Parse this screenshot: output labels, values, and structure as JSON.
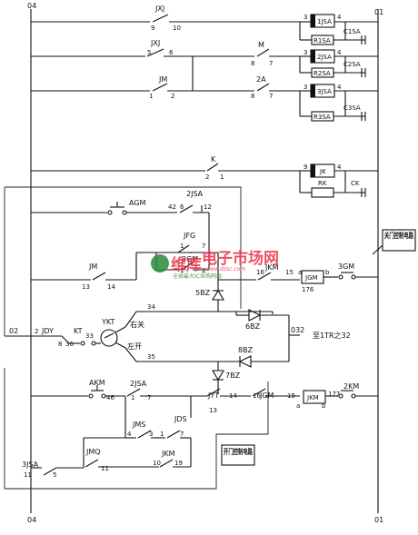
{
  "rails": {
    "left": "04",
    "right": "01"
  },
  "row1": {
    "contact": "JXJ",
    "n1": "9",
    "n2": "10",
    "coil": "1JSA",
    "c1": "3",
    "c2": "4",
    "res": "R1SA",
    "cap": "C1SA"
  },
  "row2": {
    "contact": "JXJ",
    "n1": "5",
    "n2": "6",
    "aux": "M",
    "a1": "8",
    "a2": "7",
    "coil": "2JSA",
    "c1": "3",
    "c2": "4",
    "res": "R2SA",
    "cap": "C2SA"
  },
  "row3": {
    "contact": "JM",
    "n1": "1",
    "n2": "2",
    "aux": "2A",
    "a1": "8",
    "a2": "7",
    "coil": "3JSA",
    "c1": "3",
    "c2": "4",
    "res": "R3SA",
    "cap": "C3SA"
  },
  "row4": {
    "contact": "K",
    "n1": "2",
    "n2": "1",
    "coil": "JK",
    "c1": "9",
    "c2": "4",
    "res": "RK",
    "cap": "CK"
  },
  "close": {
    "agm": "AGM",
    "jsa2": "2JSA",
    "n42": "42",
    "n6": "6",
    "n12": "12",
    "jfg": "JFG",
    "n1": "1",
    "n7": "7",
    "jm": "JM",
    "n13": "13",
    "n14": "14",
    "jgm": "3GM",
    "jgm_n": "1",
    "jgm_n2": "2",
    "jkm": "JKM",
    "n15a": "15",
    "n16": "16",
    "coil": "JGM",
    "n176": "176",
    "a": "a",
    "b": "b",
    "sw": "3GM",
    "note": "关门控制电路"
  },
  "mid": {
    "bz5": "5BZ",
    "bz6": "6BZ",
    "bz7": "7BZ",
    "bz8": "8BZ",
    "n34": "34",
    "n35": "35",
    "n032": "032",
    "to": "至1TR之32",
    "n02": "02",
    "jdy": "JDY",
    "n2": "2",
    "n8": "8",
    "n36": "36",
    "kt": "KT",
    "n33": "33",
    "ykt": "YKT",
    "right": "右关",
    "left": "左开"
  },
  "open": {
    "akm": "AKM",
    "n46": "46",
    "jsa2": "2JSA",
    "n1": "1",
    "n7": "7",
    "jyt": "JYT",
    "n13": "13",
    "n14": "14",
    "jgm": "JGM",
    "n16": "16",
    "n15": "15",
    "coil": "JKM",
    "n177": "177",
    "a": "a",
    "b": "b",
    "sw": "2KM",
    "jms": "JMS",
    "jds": "JDS",
    "n4": "4",
    "n3": "3",
    "jmq": "JMQ",
    "jkm": "JKM",
    "n10": "10",
    "n19": "19",
    "jsa3": "3JSA",
    "n11": "11",
    "n5": "5",
    "n11b": "11",
    "note": "开门控制电路"
  },
  "watermark": {
    "brand": "维库",
    "cn": "电子市场网",
    "url": "www.dzsc.com",
    "slogan": "全球最大IC采购网站"
  }
}
